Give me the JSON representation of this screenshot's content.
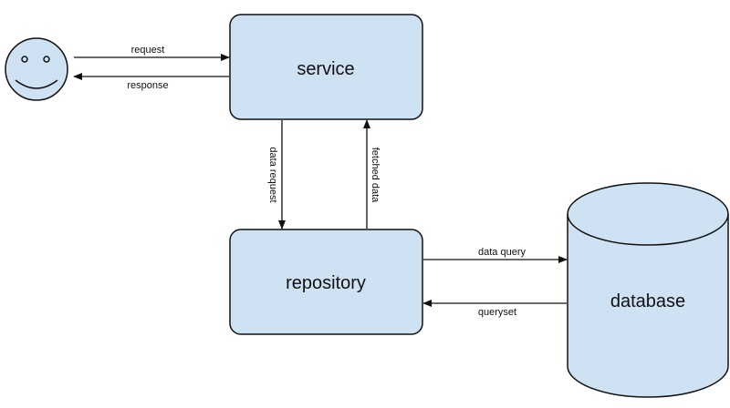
{
  "nodes": {
    "service": {
      "label": "service"
    },
    "repository": {
      "label": "repository"
    },
    "database": {
      "label": "database"
    }
  },
  "edges": {
    "request": "request",
    "response": "response",
    "data_request": "data request",
    "fetched_data": "fetched data",
    "data_query": "data query",
    "queryset": "queryset"
  },
  "colors": {
    "box_fill": "#cfe2f3",
    "stroke": "#111111",
    "face_fill": "#cfe2f3"
  },
  "icons": {
    "user": "smiley-face-icon"
  }
}
